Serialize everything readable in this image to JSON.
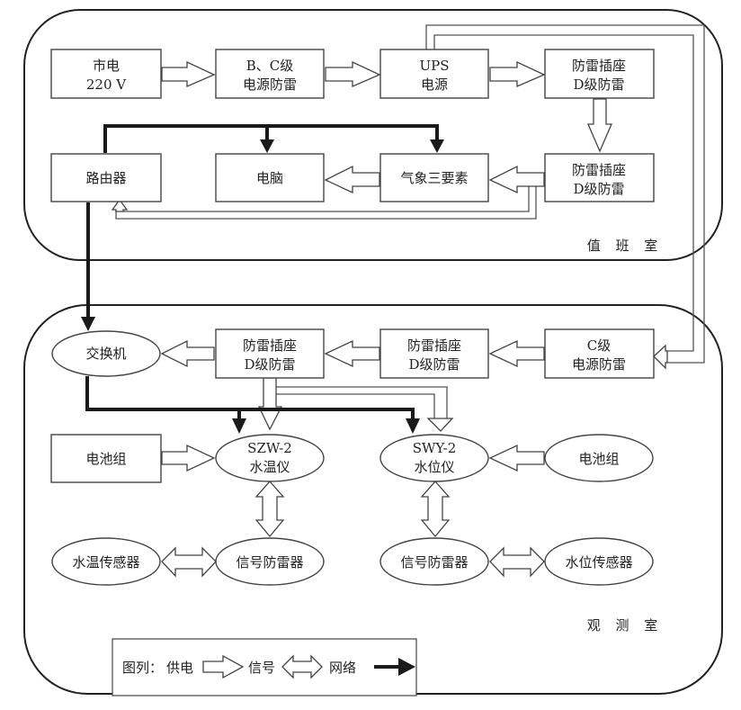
{
  "rooms": {
    "duty_room": "值 班 室",
    "observation_room": "观 测 室"
  },
  "nodes": {
    "city_power": [
      "市电",
      "220 V"
    ],
    "bc_surge": [
      "B、C级",
      "电源防雷"
    ],
    "ups": [
      "UPS",
      "电源"
    ],
    "socket_d1": [
      "防雷插座",
      "D级防雷"
    ],
    "socket_d2": [
      "防雷插座",
      "D级防雷"
    ],
    "router": [
      "路由器"
    ],
    "computer": [
      "电脑"
    ],
    "weather3": [
      "气象三要素"
    ],
    "switch": [
      "交换机"
    ],
    "socket_d3": [
      "防雷插座",
      "D级防雷"
    ],
    "socket_d4": [
      "防雷插座",
      "D级防雷"
    ],
    "c_surge": [
      "C级",
      "电源防雷"
    ],
    "battery_left": [
      "电池组"
    ],
    "szw2": [
      "SZW-2",
      "水温仪"
    ],
    "swy2": [
      "SWY-2",
      "水位仪"
    ],
    "battery_right": [
      "电池组"
    ],
    "temp_sensor": [
      "水温传感器"
    ],
    "signal_protector_left": [
      "信号防雷器"
    ],
    "signal_protector_right": [
      "信号防雷器"
    ],
    "level_sensor": [
      "水位传感器"
    ]
  },
  "legend": {
    "title": "图列：",
    "power": "供电",
    "signal": "信号",
    "network": "网络"
  }
}
